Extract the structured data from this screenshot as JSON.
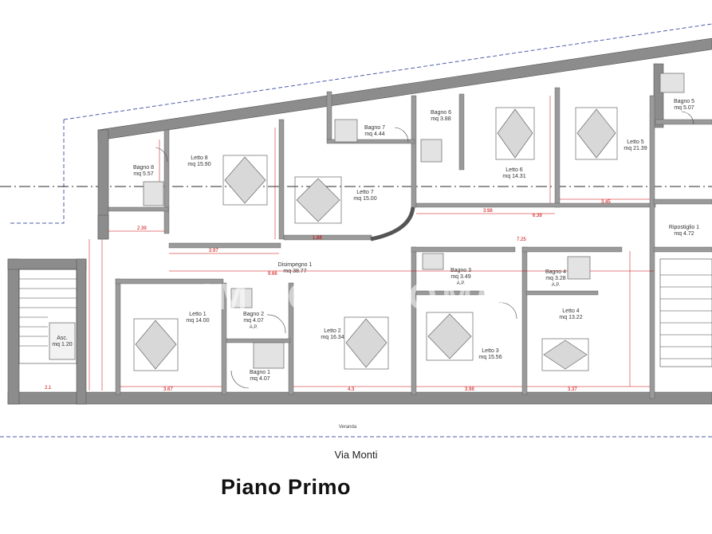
{
  "floor_title": "Piano Primo",
  "street_name": "Via Monti",
  "veranda_label": "Veranda",
  "watermark_text": "IMMOBIL    OMO",
  "rooms": [
    {
      "id": "bagno8",
      "name": "Bagno 8",
      "area": "mq 5.57"
    },
    {
      "id": "letto8",
      "name": "Letto 8",
      "area": "mq 15.90"
    },
    {
      "id": "letto7",
      "name": "Letto 7",
      "area": "mq 15.00"
    },
    {
      "id": "bagno7",
      "name": "Bagno 7",
      "area": "mq 4.44"
    },
    {
      "id": "bagno6",
      "name": "Bagno 6",
      "area": "mq 3.88"
    },
    {
      "id": "letto6",
      "name": "Letto 6",
      "area": "mq 14.31"
    },
    {
      "id": "letto5",
      "name": "Letto 5",
      "area": "mq 21.39"
    },
    {
      "id": "bagno5",
      "name": "Bagno 5",
      "area": "mq 5.07"
    },
    {
      "id": "ripostiglio1",
      "name": "Ripostiglio 1",
      "area": "mq 4.72"
    },
    {
      "id": "disimpegno1",
      "name": "Disimpegno 1",
      "area": "mq 38.77"
    },
    {
      "id": "letto1",
      "name": "Letto 1",
      "area": "mq 14.00"
    },
    {
      "id": "bagno2",
      "name": "Bagno 2",
      "area": "mq 4.07",
      "note": "A.P."
    },
    {
      "id": "bagno1",
      "name": "Bagno 1",
      "area": "mq 4.07"
    },
    {
      "id": "letto2",
      "name": "Letto 2",
      "area": "mq 16.34"
    },
    {
      "id": "bagno3",
      "name": "Bagno 3",
      "area": "mq 3.49",
      "note": "A.P."
    },
    {
      "id": "letto3",
      "name": "Letto 3",
      "area": "mq 15.56"
    },
    {
      "id": "bagno4",
      "name": "Bagno 4",
      "area": "mq 3.28",
      "note": "A.P."
    },
    {
      "id": "letto4",
      "name": "Letto 4",
      "area": "mq 13.22"
    },
    {
      "id": "asc",
      "name": "Asc.",
      "area": "mq 1.20"
    }
  ],
  "colors": {
    "wall": "#8c8c8c",
    "dimension": "#cc0000",
    "axis": "#2a2a2a",
    "boundary": "#4b5ea8"
  }
}
